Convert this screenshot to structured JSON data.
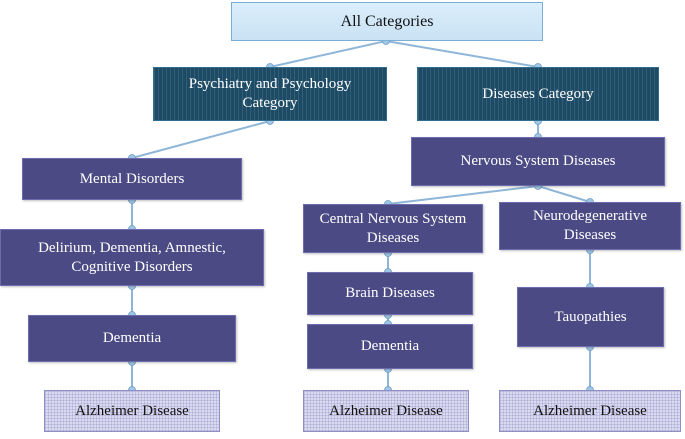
{
  "root": {
    "label": "All Categories"
  },
  "psychiatry": {
    "category": {
      "line1": "Psychiatry and Psychology",
      "line2": "Category"
    },
    "mental_disorders": "Mental Disorders",
    "delirium": {
      "line1": "Delirium, Dementia, Amnestic,",
      "line2": "Cognitive Disorders"
    },
    "dementia": "Dementia",
    "alzheimer": "Alzheimer Disease"
  },
  "diseases": {
    "category": "Diseases Category",
    "nervous_system": "Nervous System Diseases",
    "cns": {
      "title": {
        "line1": "Central Nervous System",
        "line2": "Diseases"
      },
      "brain": "Brain Diseases",
      "dementia": "Dementia",
      "alzheimer": "Alzheimer Disease"
    },
    "neuro": {
      "title": {
        "line1": "Neurodegenerative",
        "line2": "Diseases"
      },
      "tauopathies": "Tauopathies",
      "alzheimer": "Alzheimer Disease"
    }
  }
}
